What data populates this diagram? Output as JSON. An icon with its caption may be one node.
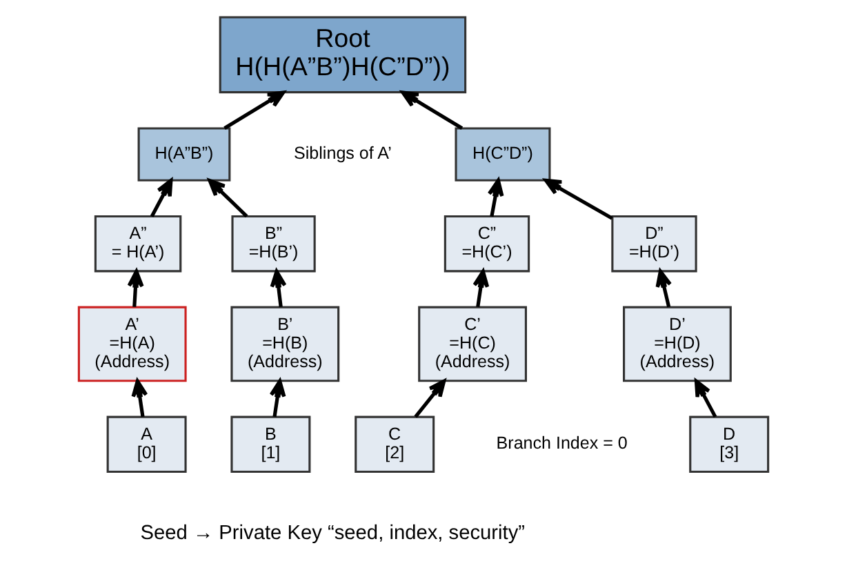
{
  "diagram": {
    "nodes": [
      {
        "text": [
          "Root",
          "H(H(A”B”)H(C”D”))"
        ]
      },
      {
        "text": [
          "H(A”B”)"
        ]
      },
      {
        "text": [
          "H(C”D”)"
        ]
      },
      {
        "text": [
          "A”",
          "= H(A’)"
        ]
      },
      {
        "text": [
          "B”",
          "=H(B’)"
        ]
      },
      {
        "text": [
          "C”",
          "=H(C’)"
        ]
      },
      {
        "text": [
          "D”",
          "=H(D’)"
        ]
      },
      {
        "text": [
          "A’",
          "=H(A)",
          "(Address)"
        ]
      },
      {
        "text": [
          "B’",
          "=H(B)",
          "(Address)"
        ]
      },
      {
        "text": [
          "C’",
          "=H(C)",
          "(Address)"
        ]
      },
      {
        "text": [
          "D’",
          "=H(D)",
          "(Address)"
        ]
      },
      {
        "text": [
          "A",
          "[0]"
        ]
      },
      {
        "text": [
          "B",
          "[1]"
        ]
      },
      {
        "text": [
          "C",
          "[2]"
        ]
      },
      {
        "text": [
          "D",
          "[3]"
        ]
      }
    ],
    "edges": [
      {
        "from": 1,
        "to": 0,
        "arrow": "to"
      },
      {
        "from": 2,
        "to": 0,
        "arrow": "to"
      },
      {
        "from": 3,
        "to": 1,
        "arrow": "to"
      },
      {
        "from": 4,
        "to": 1,
        "arrow": "to"
      },
      {
        "from": 5,
        "to": 2,
        "arrow": "to"
      },
      {
        "from": 6,
        "to": 2,
        "arrow": "to"
      },
      {
        "from": 7,
        "to": 3,
        "arrow": "to"
      },
      {
        "from": 8,
        "to": 4,
        "arrow": "to"
      },
      {
        "from": 9,
        "to": 5,
        "arrow": "to"
      },
      {
        "from": 10,
        "to": 6,
        "arrow": "to"
      },
      {
        "from": 11,
        "to": 7,
        "arrow": "to"
      },
      {
        "from": 12,
        "to": 8,
        "arrow": "to"
      },
      {
        "from": 13,
        "to": 9,
        "arrow": "to"
      },
      {
        "from": 14,
        "to": 10,
        "arrow": "to"
      }
    ],
    "labels": [
      "Siblings of A’",
      "Branch Index = 0",
      "Seed → Private Key “seed, index, security”"
    ]
  }
}
